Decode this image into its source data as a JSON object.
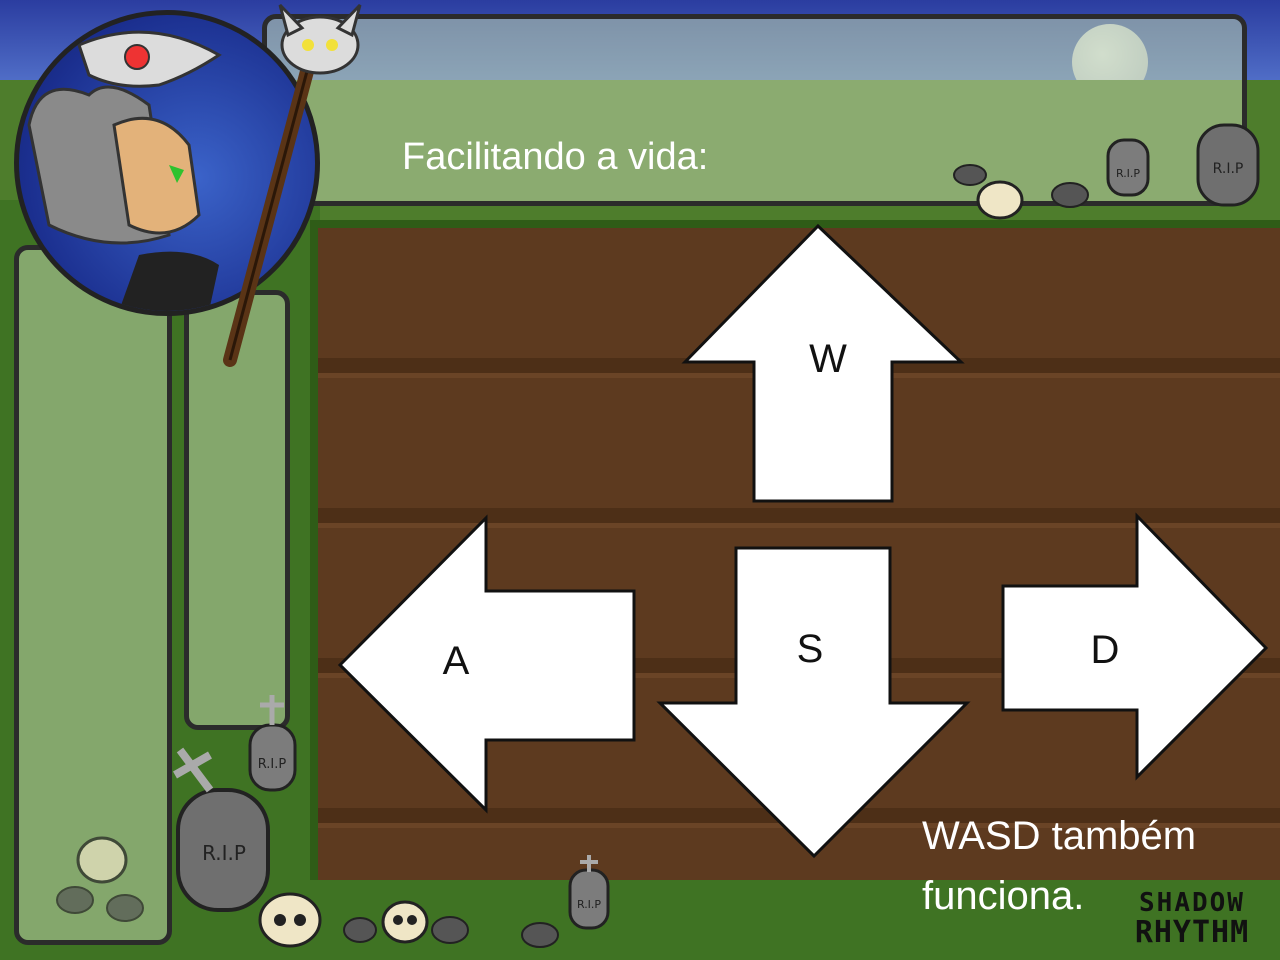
{
  "screen": {
    "title": "Facilitando a vida:",
    "hint_line1": "WASD também",
    "hint_line2": "funciona.",
    "brand_line1": "SHADOW",
    "brand_line2": "RHYTHM"
  },
  "keys": {
    "up": "W",
    "left": "A",
    "down": "S",
    "right": "D"
  },
  "tombstone_text": "R.I.P",
  "colors": {
    "grass": "#3f7323",
    "dirt": "#5d3a1f",
    "panel": "#bed2aa",
    "sky": "#4c66c0"
  }
}
